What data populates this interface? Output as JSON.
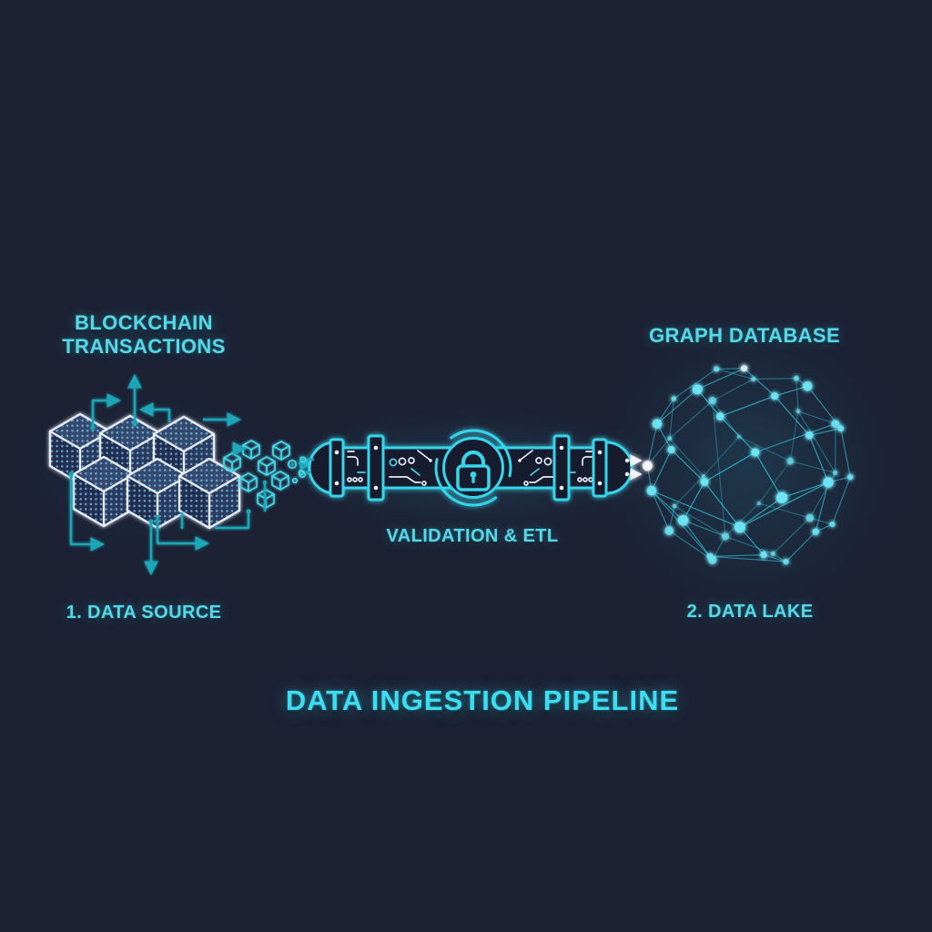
{
  "title": "DATA INGESTION PIPELINE",
  "labels": {
    "source_title_line1": "BLOCKCHAIN",
    "source_title_line2": "TRANSACTIONS",
    "source_caption": "1. DATA SOURCE",
    "pipeline_caption": "VALIDATION & ETL",
    "sink_title": "GRAPH DATABASE",
    "sink_caption": "2. DATA LAKE"
  },
  "nodes": {
    "source": {
      "icon": "blockchain-cubes-icon",
      "description": "cluster of six glowing isometric cubes with flow arrows"
    },
    "flow": {
      "icon": "data-particles-icon",
      "description": "small wireframe cubes and rings streaming into the pipe"
    },
    "pipeline": {
      "icon": "pipeline-pipe-icon",
      "badge_icon": "padlock-icon",
      "description": "neon pipe with flanges, circuit traces and central security lock ring"
    },
    "sink": {
      "icon": "graph-sphere-icon",
      "description": "glowing spherical node-link network"
    }
  },
  "colors": {
    "bg": "#1c2134",
    "label": "#56d6e6",
    "title": "#3ddcf0",
    "accent": "#38d4ea",
    "arrow": "#1fa6b8",
    "cube_edge": "#e9eefb",
    "sphere_line": "#32c6db",
    "sphere_node": "#6ee4f4",
    "pipe_fill": "#151b2d",
    "trace_white": "#e4ebf6",
    "trace_cyan": "#49d5e8"
  }
}
